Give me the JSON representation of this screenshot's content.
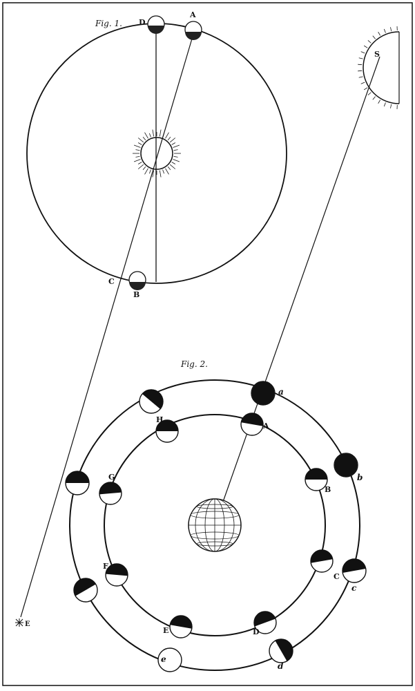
{
  "figure1": {
    "caption": "Fig. 1.",
    "labels": {
      "D": "D",
      "A": "A",
      "C": "C",
      "B": "B",
      "S": "S",
      "E": "E"
    }
  },
  "figure2": {
    "caption": "Fig. 2.",
    "inner_labels": [
      "A",
      "B",
      "C",
      "D",
      "E",
      "F",
      "G",
      "H"
    ],
    "outer_labels": [
      "a",
      "b",
      "c",
      "d",
      "e"
    ]
  }
}
